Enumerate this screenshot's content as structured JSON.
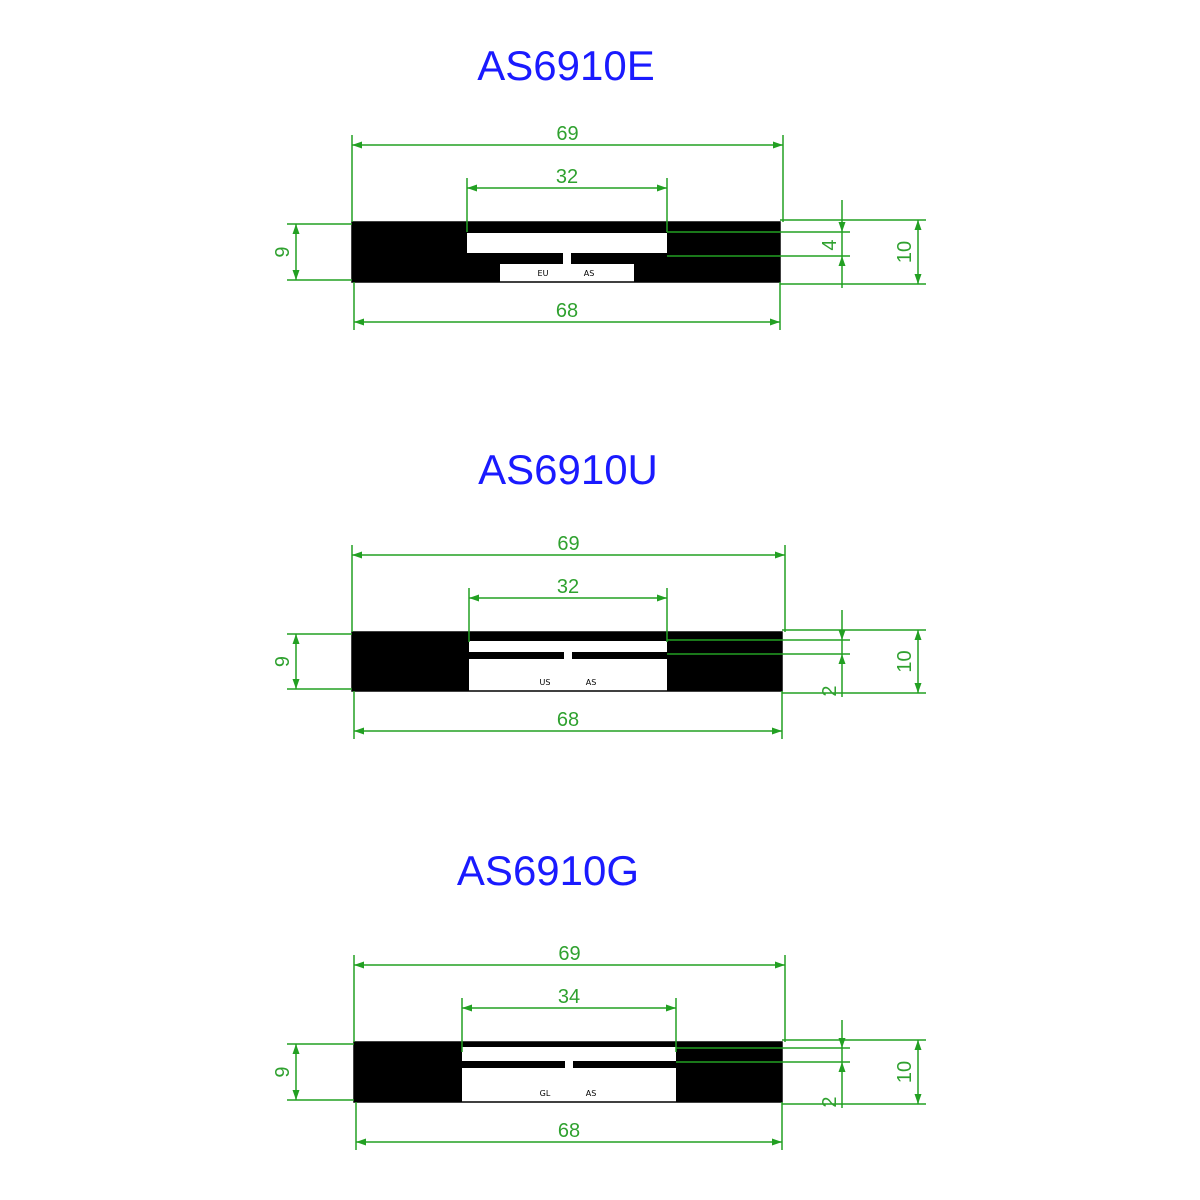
{
  "colors": {
    "title": "#1a1aff",
    "dimension": "#22a022",
    "dimension_text": "#2fa12f",
    "inlay": "#000000",
    "background": "#ffffff"
  },
  "variants": [
    {
      "title": "AS6910E",
      "dims": {
        "overall_width": "69",
        "inner_width": "68",
        "slot_width": "32",
        "height_left": "9",
        "height_right": "10",
        "gap": "4"
      },
      "labels": [
        "EU",
        "AS"
      ]
    },
    {
      "title": "AS6910U",
      "dims": {
        "overall_width": "69",
        "inner_width": "68",
        "slot_width": "32",
        "height_left": "9",
        "height_right": "10",
        "gap": "2"
      },
      "labels": [
        "US",
        "AS"
      ]
    },
    {
      "title": "AS6910G",
      "dims": {
        "overall_width": "69",
        "inner_width": "68",
        "slot_width": "34",
        "height_left": "9",
        "height_right": "10",
        "gap": "2"
      },
      "labels": [
        "GL",
        "AS"
      ]
    }
  ]
}
